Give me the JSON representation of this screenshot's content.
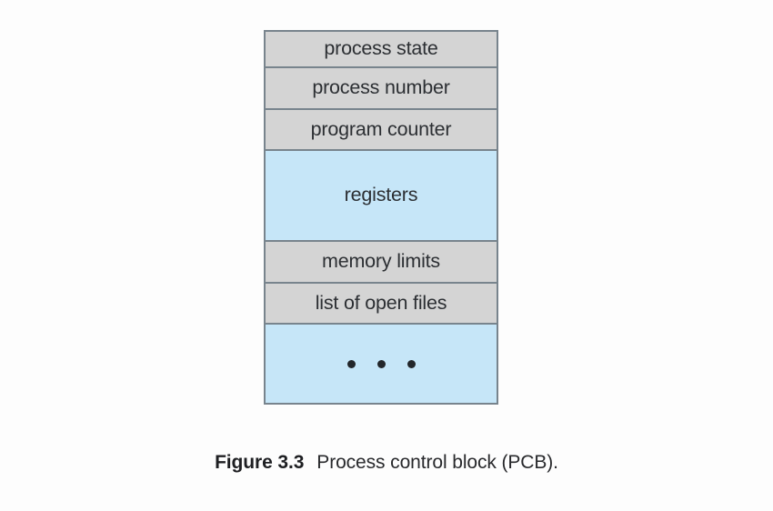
{
  "figure": {
    "caption_number": "Figure 3.3",
    "caption_text": "Process control block (PCB).",
    "colors": {
      "background": "#fdfdfd",
      "border": "#78848d",
      "fill_gray": "#d4d4d4",
      "fill_blue": "#c6e6f8",
      "text": "#2c2f33",
      "dot": "#23272b"
    }
  },
  "pcb": {
    "rows": [
      {
        "label": "process state",
        "fill": "gray",
        "size": "first"
      },
      {
        "label": "process number",
        "fill": "gray",
        "size": "small"
      },
      {
        "label": "program counter",
        "fill": "gray",
        "size": "small"
      },
      {
        "label": "registers",
        "fill": "blue",
        "size": "tall"
      },
      {
        "label": "memory limits",
        "fill": "gray",
        "size": "small"
      },
      {
        "label": "list of open files",
        "fill": "gray",
        "size": "small"
      },
      {
        "label": "",
        "fill": "blue",
        "size": "last",
        "glyph": "ellipsis-dots"
      }
    ]
  }
}
